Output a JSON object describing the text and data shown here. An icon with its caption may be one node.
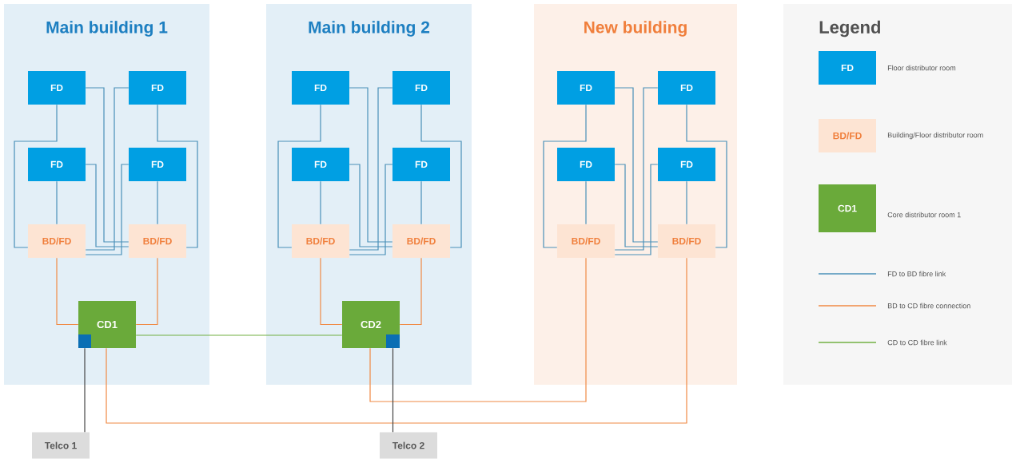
{
  "diagram": {
    "nodes": [
      {
        "text": [
          "Main building 1"
        ]
      },
      {
        "text": [
          "FD"
        ],
        "in": 0
      },
      {
        "text": [
          "FD"
        ],
        "in": 0
      },
      {
        "text": [
          "FD"
        ],
        "in": 0
      },
      {
        "text": [
          "FD"
        ],
        "in": 0
      },
      {
        "text": [
          "BD/FD"
        ],
        "in": 0
      },
      {
        "text": [
          "BD/FD"
        ],
        "in": 0
      },
      {
        "text": [
          "CD1"
        ],
        "in": 0
      },
      {
        "text": [],
        "shape": "box",
        "in": 7
      },
      {
        "text": [
          "Main building 2"
        ]
      },
      {
        "text": [
          "FD"
        ],
        "in": 9
      },
      {
        "text": [
          "FD"
        ],
        "in": 9
      },
      {
        "text": [
          "FD"
        ],
        "in": 9
      },
      {
        "text": [
          "FD"
        ],
        "in": 9
      },
      {
        "text": [
          "BD/FD"
        ],
        "in": 9
      },
      {
        "text": [
          "BD/FD"
        ],
        "in": 9
      },
      {
        "text": [
          "CD2"
        ],
        "in": 9
      },
      {
        "text": [],
        "shape": "box",
        "in": 16
      },
      {
        "text": [
          "New building"
        ]
      },
      {
        "text": [
          "FD"
        ],
        "in": 18
      },
      {
        "text": [
          "FD"
        ],
        "in": 18
      },
      {
        "text": [
          "FD"
        ],
        "in": 18
      },
      {
        "text": [
          "FD"
        ],
        "in": 18
      },
      {
        "text": [
          "BD/FD"
        ],
        "in": 18
      },
      {
        "text": [
          "BD/FD"
        ],
        "in": 18
      },
      {
        "text": [
          "Telco 1"
        ]
      },
      {
        "text": [
          "Telco 2"
        ]
      }
    ],
    "edges": [
      {
        "from": 1,
        "to": 5,
        "arrow": "none"
      },
      {
        "from": 1,
        "to": 6,
        "arrow": "none"
      },
      {
        "from": 2,
        "to": 5,
        "arrow": "none"
      },
      {
        "from": 2,
        "to": 6,
        "arrow": "none"
      },
      {
        "from": 3,
        "to": 5,
        "arrow": "none"
      },
      {
        "from": 3,
        "to": 6,
        "arrow": "none"
      },
      {
        "from": 4,
        "to": 5,
        "arrow": "none"
      },
      {
        "from": 4,
        "to": 6,
        "arrow": "none"
      },
      {
        "from": 10,
        "to": 14,
        "arrow": "none"
      },
      {
        "from": 10,
        "to": 15,
        "arrow": "none"
      },
      {
        "from": 11,
        "to": 14,
        "arrow": "none"
      },
      {
        "from": 11,
        "to": 15,
        "arrow": "none"
      },
      {
        "from": 12,
        "to": 14,
        "arrow": "none"
      },
      {
        "from": 12,
        "to": 15,
        "arrow": "none"
      },
      {
        "from": 13,
        "to": 14,
        "arrow": "none"
      },
      {
        "from": 13,
        "to": 15,
        "arrow": "none"
      },
      {
        "from": 19,
        "to": 23,
        "arrow": "none"
      },
      {
        "from": 19,
        "to": 24,
        "arrow": "none"
      },
      {
        "from": 20,
        "to": 23,
        "arrow": "none"
      },
      {
        "from": 20,
        "to": 24,
        "arrow": "none"
      },
      {
        "from": 21,
        "to": 23,
        "arrow": "none"
      },
      {
        "from": 21,
        "to": 24,
        "arrow": "none"
      },
      {
        "from": 22,
        "to": 23,
        "arrow": "none"
      },
      {
        "from": 22,
        "to": 24,
        "arrow": "none"
      },
      {
        "from": 5,
        "to": 7,
        "arrow": "none",
        "color": "#f08a45"
      },
      {
        "from": 6,
        "to": 7,
        "arrow": "none",
        "color": "#f08a45"
      },
      {
        "from": 14,
        "to": 16,
        "arrow": "none",
        "color": "#f08a45"
      },
      {
        "from": 15,
        "to": 16,
        "arrow": "none",
        "color": "#f08a45"
      },
      {
        "from": 23,
        "to": 16,
        "arrow": "none",
        "color": "#f08a45"
      },
      {
        "from": 24,
        "to": 7,
        "arrow": "none",
        "color": "#f08a45"
      },
      {
        "from": 7,
        "to": 16,
        "arrow": "none",
        "color": "#72b043"
      },
      {
        "from": 8,
        "to": 25,
        "arrow": "none",
        "color": "#444444"
      },
      {
        "from": 17,
        "to": 26,
        "arrow": "none",
        "color": "#444444"
      }
    ],
    "labels": [
      "Legend",
      "FD",
      "BD/FD",
      "CD1"
    ],
    "legend": [
      {
        "text": "Floor distributor room",
        "color": "#009fe3"
      },
      {
        "text": "Building/Floor distributor room",
        "color": "#fde4d3"
      },
      {
        "text": "Core distributor room 1",
        "color": "#6aaa3a"
      },
      {
        "text": "FD to BD fibre link"
      },
      {
        "text": "BD to CD fibre connection"
      },
      {
        "text": "CD to CD fibre link"
      }
    ]
  }
}
